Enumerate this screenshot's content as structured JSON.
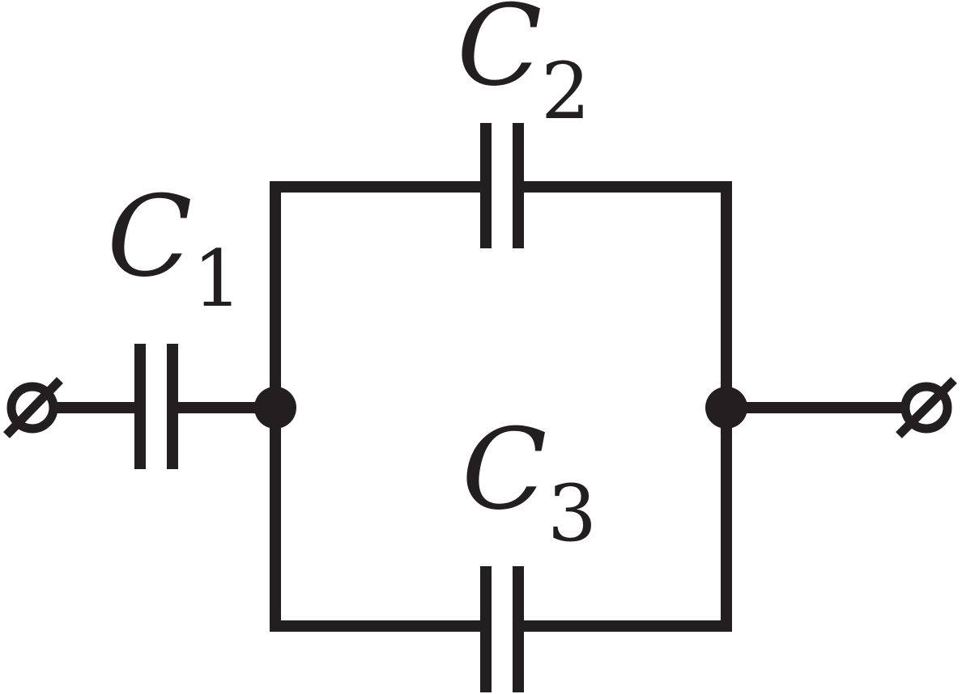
{
  "capacitors": [
    {
      "id": "c1",
      "symbol": "C",
      "subscript": "1"
    },
    {
      "id": "c2",
      "symbol": "C",
      "subscript": "2"
    },
    {
      "id": "c3",
      "symbol": "C",
      "subscript": "3"
    }
  ],
  "colors": {
    "ink": "#231f20",
    "background": "#ffffff"
  }
}
